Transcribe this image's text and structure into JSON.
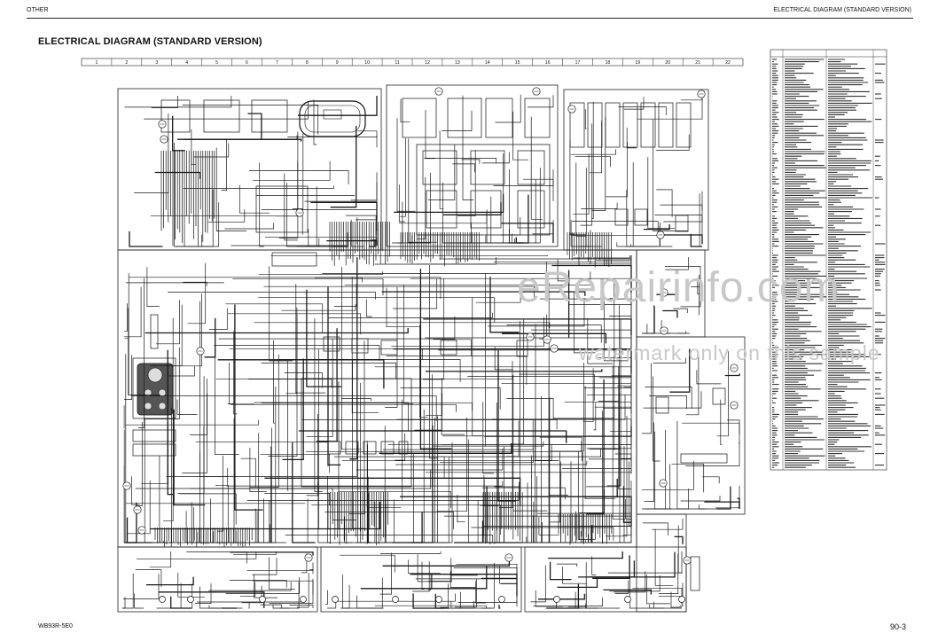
{
  "header": {
    "left": "OTHER",
    "right": "ELECTRICAL DIAGRAM (STANDARD VERSION)"
  },
  "title": "ELECTRICAL DIAGRAM (STANDARD VERSION)",
  "grid_columns": [
    "1",
    "2",
    "3",
    "4",
    "5",
    "6",
    "7",
    "8",
    "9",
    "10",
    "11",
    "12",
    "13",
    "14",
    "15",
    "16",
    "17",
    "18",
    "19",
    "20",
    "21",
    "22"
  ],
  "footer": {
    "left": "WB93R-5E0",
    "right": "90-3"
  },
  "watermark": {
    "line1": "eRepairinfo.com",
    "line2": "watermark only on this sample"
  }
}
